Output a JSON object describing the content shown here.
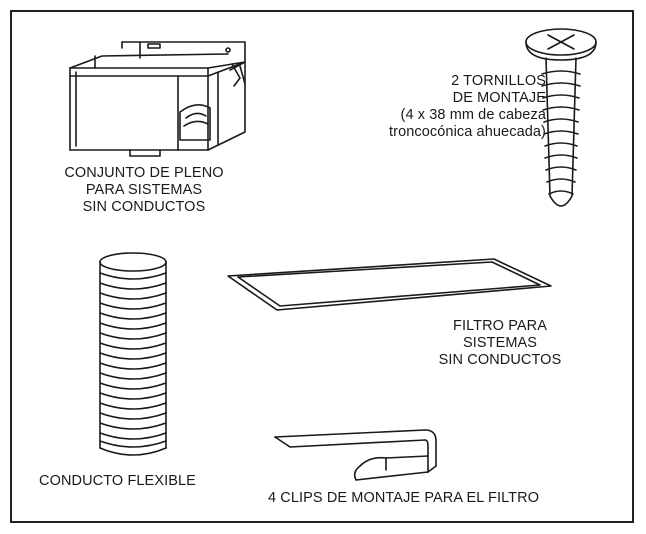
{
  "parts": {
    "plenum": {
      "lines": [
        "CONJUNTO DE PLENO",
        "PARA SISTEMAS",
        "SIN CONDUCTOS"
      ],
      "icon": "plenum-box-icon"
    },
    "screws": {
      "lines": [
        "2 TORNILLOS",
        "DE MONTAJE",
        "(4 x 38 mm de cabeza",
        "troncocónica ahuecada)"
      ],
      "icon": "screw-icon"
    },
    "duct": {
      "lines": [
        "CONDUCTO FLEXIBLE"
      ],
      "icon": "flexible-duct-icon"
    },
    "filter": {
      "lines": [
        "FILTRO PARA",
        "SISTEMAS",
        "SIN CONDUCTOS"
      ],
      "icon": "filter-panel-icon"
    },
    "clips": {
      "lines": [
        "4 CLIPS DE MONTAJE PARA EL FILTRO"
      ],
      "icon": "mounting-clip-icon"
    }
  }
}
